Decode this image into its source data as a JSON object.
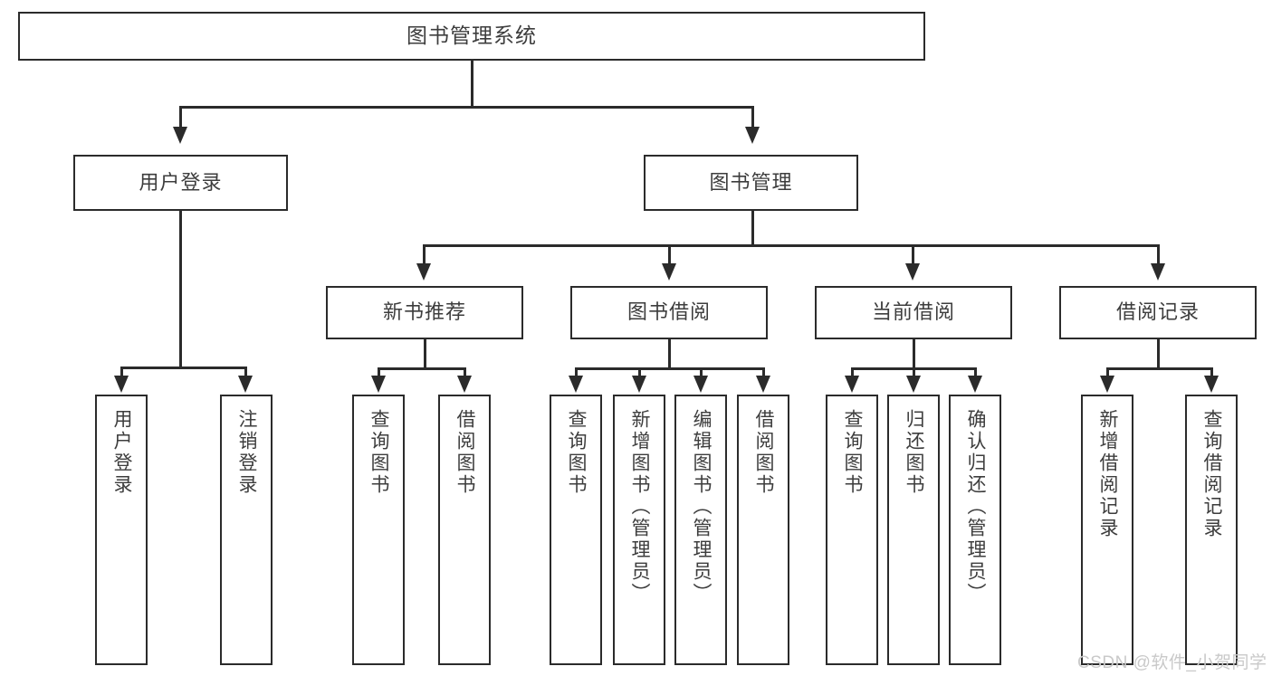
{
  "diagram": {
    "type": "tree-hierarchy-chart",
    "title": "图书管理系统",
    "colors": {
      "box_border": "#2b2b2b",
      "box_fill": "#ffffff",
      "text": "#3d3d3d",
      "connector": "#2b2b2b",
      "watermark": "#c9c9c9",
      "background": "#ffffff"
    },
    "levels": {
      "root": {
        "label": "图书管理系统"
      },
      "level2": [
        {
          "id": "user-login",
          "label": "用户登录"
        },
        {
          "id": "book-management",
          "label": "图书管理"
        }
      ],
      "level3": [
        {
          "id": "new-book-recommend",
          "label": "新书推荐",
          "parent": "book-management"
        },
        {
          "id": "book-borrow",
          "label": "图书借阅",
          "parent": "book-management"
        },
        {
          "id": "current-borrow",
          "label": "当前借阅",
          "parent": "book-management"
        },
        {
          "id": "borrow-record",
          "label": "借阅记录",
          "parent": "book-management"
        }
      ],
      "leaves": [
        {
          "id": "leaf-user-login",
          "label": "用户登录",
          "parent": "user-login"
        },
        {
          "id": "leaf-logout-login",
          "label": "注销登录",
          "parent": "user-login"
        },
        {
          "id": "leaf-query-book-1",
          "label": "查询图书",
          "parent": "new-book-recommend"
        },
        {
          "id": "leaf-borrow-book-1",
          "label": "借阅图书",
          "parent": "new-book-recommend"
        },
        {
          "id": "leaf-query-book-2",
          "label": "查询图书",
          "parent": "book-borrow"
        },
        {
          "id": "leaf-add-book",
          "label": "新增图书（管理员）",
          "parent": "book-borrow"
        },
        {
          "id": "leaf-edit-book",
          "label": "编辑图书（管理员）",
          "parent": "book-borrow"
        },
        {
          "id": "leaf-borrow-book-2",
          "label": "借阅图书",
          "parent": "book-borrow"
        },
        {
          "id": "leaf-query-book-3",
          "label": "查询图书",
          "parent": "current-borrow"
        },
        {
          "id": "leaf-return-book",
          "label": "归还图书",
          "parent": "current-borrow"
        },
        {
          "id": "leaf-confirm-return",
          "label": "确认归还（管理员）",
          "parent": "current-borrow"
        },
        {
          "id": "leaf-add-record",
          "label": "新增借阅记录",
          "parent": "borrow-record"
        },
        {
          "id": "leaf-query-record",
          "label": "查询借阅记录",
          "parent": "borrow-record"
        }
      ]
    },
    "watermark": "CSDN @软件_小贺同学"
  }
}
